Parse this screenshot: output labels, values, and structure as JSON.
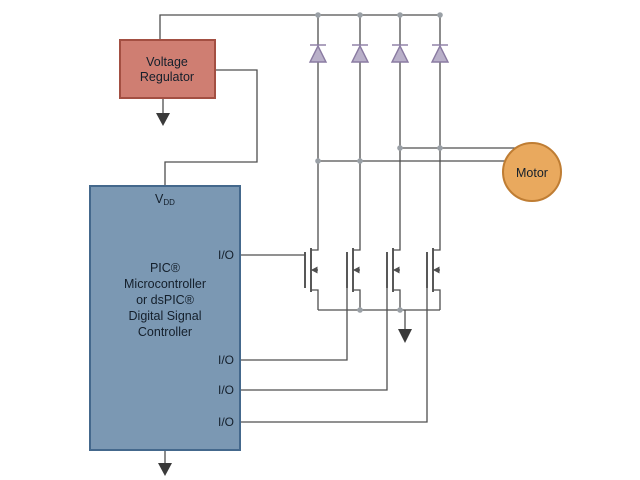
{
  "diagram": {
    "blocks": {
      "voltage_regulator": {
        "lines": [
          "Voltage",
          "Regulator"
        ]
      },
      "microcontroller": {
        "vdd_main": "V",
        "vdd_sub": "DD",
        "lines": [
          "PIC®",
          "Microcontroller",
          "or dsPIC®",
          "Digital Signal",
          "Controller"
        ],
        "io_pins": [
          "I/O",
          "I/O",
          "I/O",
          "I/O"
        ]
      },
      "motor": {
        "label": "Motor"
      }
    },
    "icons": {
      "diode": "flyback-diode",
      "mosfet": "n-channel-mosfet",
      "ground": "ground-arrow"
    },
    "colors": {
      "wire": "#4f4f4f",
      "arrow": "#3a3a3a",
      "dot": "#9aa0a6",
      "text": "#141f2b",
      "vr_fill": "#cf7e72",
      "vr_stroke": "#a34f42",
      "mcu_fill": "#7b98b3",
      "mcu_stroke": "#44688c",
      "motor_fill": "#e9a95e",
      "motor_stroke": "#bf7d33",
      "diode_fill": "#b9b0c9",
      "diode_stroke": "#8a7ba2"
    }
  }
}
